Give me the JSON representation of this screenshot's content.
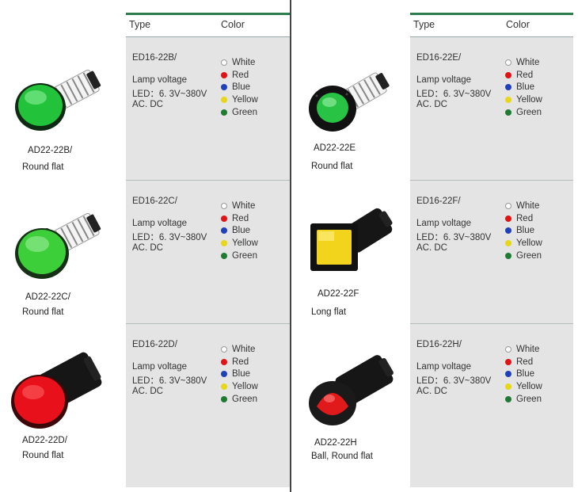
{
  "headers": {
    "type": "Type",
    "color": "Color"
  },
  "color_options": [
    {
      "name": "White",
      "hex": "#ffffff"
    },
    {
      "name": "Red",
      "hex": "#e01414"
    },
    {
      "name": "Blue",
      "hex": "#1e40b8"
    },
    {
      "name": "Yellow",
      "hex": "#e8d61a"
    },
    {
      "name": "Green",
      "hex": "#1f7a32"
    }
  ],
  "common": {
    "lamp_label": "Lamp voltage",
    "voltage": "LED：6. 3V~380V",
    "current": "AC. DC"
  },
  "left": [
    {
      "code": "ED16-22B/",
      "model": "AD22-22B/",
      "shape": "Round flat",
      "lens_color": "#22c23a",
      "icon": "green-round-flat-pilot-lamp-icon"
    },
    {
      "code": "ED16-22C/",
      "model": "AD22-22C/",
      "shape": "Round flat",
      "lens_color": "#3ccf3a",
      "icon": "green-round-flat-pilot-lamp-icon"
    },
    {
      "code": "ED16-22D/",
      "model": "AD22-22D/",
      "shape": "Round flat",
      "lens_color": "#e8101a",
      "icon": "red-round-flat-pilot-lamp-icon"
    }
  ],
  "right": [
    {
      "code": "ED16-22E/",
      "model": "AD22-22E",
      "shape": "Round flat",
      "lens_color": "#28c244",
      "icon": "green-round-flat-pilot-lamp-icon"
    },
    {
      "code": "ED16-22F/",
      "model": "AD22-22F",
      "shape": "Long  flat",
      "lens_color": "#f2d41c",
      "icon": "yellow-square-pilot-lamp-icon"
    },
    {
      "code": "ED16-22H/",
      "model": "AD22-22H",
      "shape": "Ball,  Round  flat",
      "lens_color": "#e01a1a",
      "icon": "red-ball-pilot-lamp-icon"
    }
  ]
}
